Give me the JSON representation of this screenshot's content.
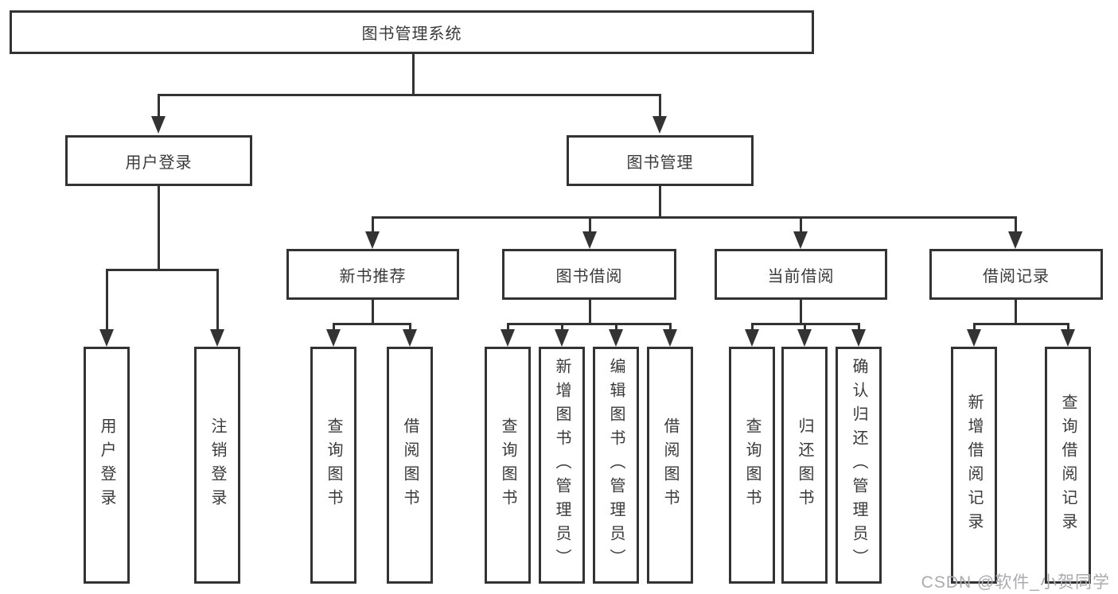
{
  "diagram": {
    "title": "图书管理系统",
    "nodes": {
      "root": "图书管理系统",
      "user_login": "用户登录",
      "book_management": "图书管理",
      "new_book_recommend": "新书推荐",
      "book_borrow": "图书借阅",
      "current_borrow": "当前借阅",
      "borrow_record": "借阅记录"
    },
    "leaves": {
      "user_login": [
        "用户登录",
        "注销登录"
      ],
      "new_book_recommend": [
        "查询图书",
        "借阅图书"
      ],
      "book_borrow": [
        "查询图书",
        "新增图书（管理员）",
        "编辑图书（管理员）",
        "借阅图书"
      ],
      "current_borrow": [
        "查询图书",
        "归还图书",
        "确认归还（管理员）"
      ],
      "borrow_record": [
        "新增借阅记录",
        "查询借阅记录"
      ]
    }
  },
  "watermark": {
    "text": "CSDN @软件_小贺同学"
  },
  "colors": {
    "line": "#333333",
    "text": "#3a3a3a",
    "background": "#ffffff",
    "watermark": "#a9abae"
  }
}
